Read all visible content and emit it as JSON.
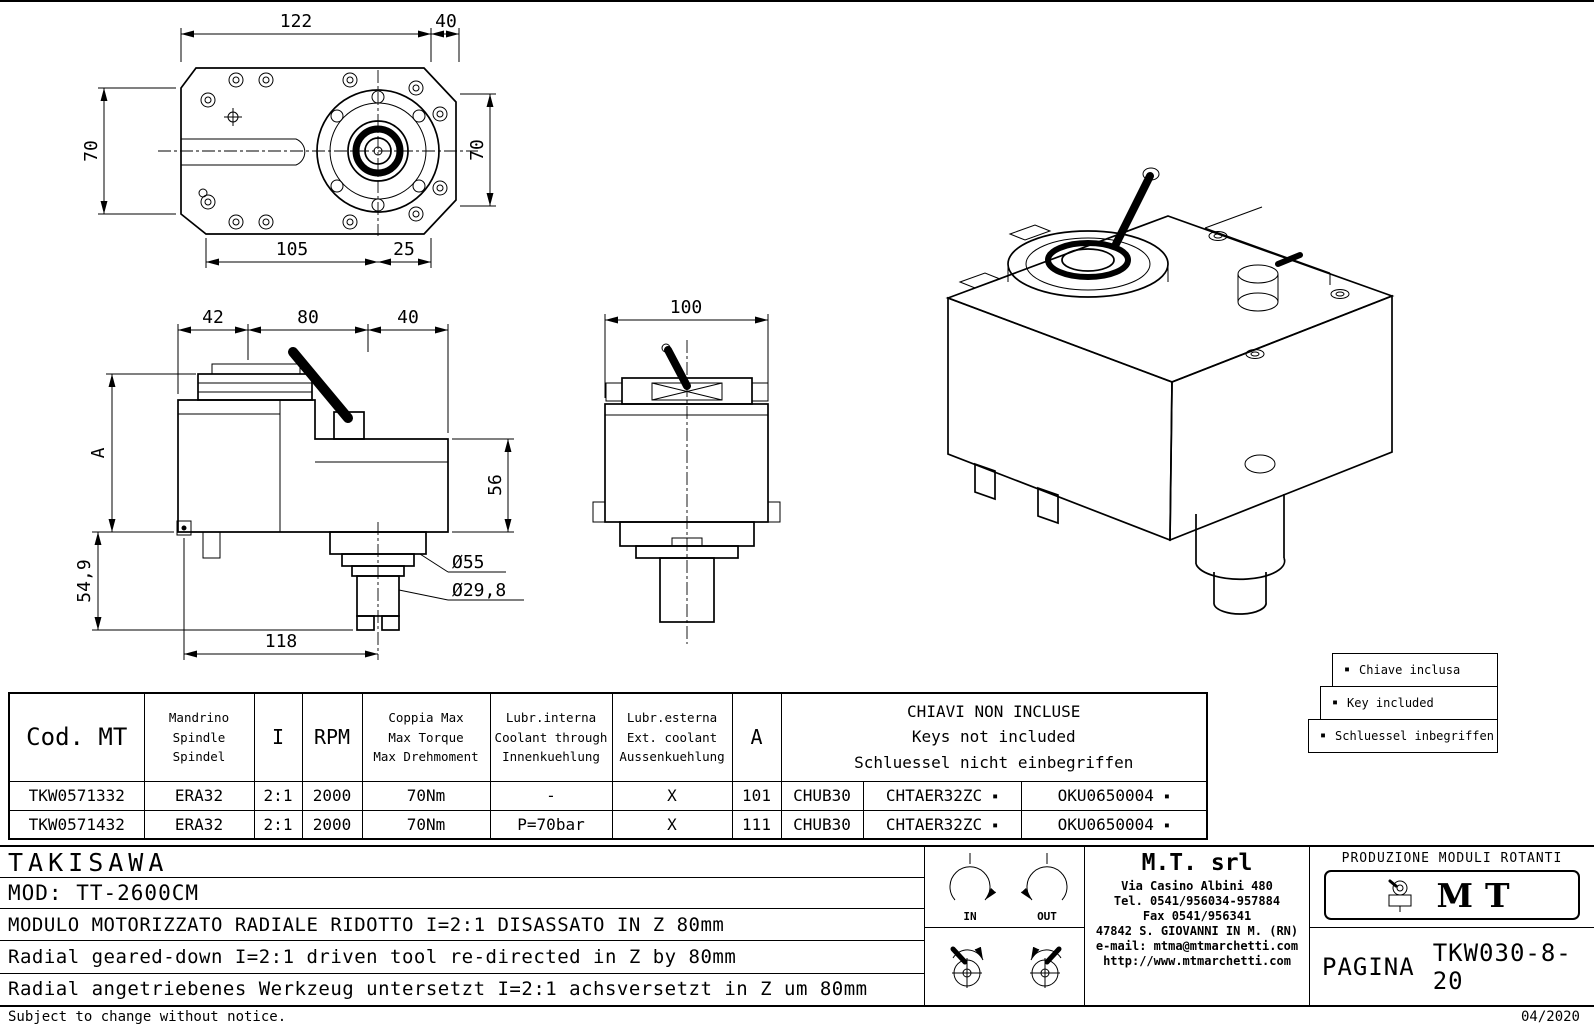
{
  "bullet": "▪",
  "drawing": {
    "top_view": {
      "d122": "122",
      "d40": "40",
      "d70_left": "70",
      "d70_right": "70",
      "d105": "105",
      "d25": "25"
    },
    "side_view": {
      "d42": "42",
      "d80": "80",
      "d40": "40",
      "dA": "A",
      "d54_9": "54,9",
      "d118": "118",
      "d56": "56",
      "dia55": "Ø55",
      "dia29_8": "Ø29,8"
    },
    "front_view": {
      "d100": "100"
    }
  },
  "legend": {
    "items": [
      "Chiave inclusa",
      "Key included",
      "Schluessel inbegriffen"
    ]
  },
  "table": {
    "headers": {
      "cod": "Cod. MT",
      "mandrino": [
        "Mandrino",
        "Spindle",
        "Spindel"
      ],
      "ratio": "I",
      "rpm": "RPM",
      "torque": [
        "Coppia Max",
        "Max Torque",
        "Max Drehmoment"
      ],
      "lubr_int": [
        "Lubr.interna",
        "Coolant through",
        "Innenkuehlung"
      ],
      "lubr_est": [
        "Lubr.esterna",
        "Ext. coolant",
        "Aussenkuehlung"
      ],
      "a": "A",
      "keys": [
        "CHIAVI NON INCLUSE",
        "Keys not included",
        "Schluessel nicht einbegriffen"
      ]
    },
    "rows": [
      {
        "cod": "TKW0571332",
        "mandrino": "ERA32",
        "ratio": "2:1",
        "rpm": "2000",
        "torque": "70Nm",
        "lubr_int": "-",
        "lubr_est": "X",
        "a": "101",
        "key1": "CHUB30",
        "key2": "CHTAER32ZC",
        "key3": "OKU0650004"
      },
      {
        "cod": "TKW0571432",
        "mandrino": "ERA32",
        "ratio": "2:1",
        "rpm": "2000",
        "torque": "70Nm",
        "lubr_int": "P=70bar",
        "lubr_est": "X",
        "a": "111",
        "key1": "CHUB30",
        "key2": "CHTAER32ZC",
        "key3": "OKU0650004"
      }
    ]
  },
  "title_block": {
    "customer": "TAKISAWA",
    "model": "MOD: TT-2600CM",
    "description_it": "MODULO MOTORIZZATO RADIALE RIDOTTO I=2:1 DISASSATO IN Z 80mm",
    "description_en": "Radial geared-down I=2:1 driven tool re-directed in Z by 80mm",
    "description_de": "Radial angetriebenes Werkzeug untersetzt I=2:1 achsversetzt in Z um 80mm",
    "in_label": "IN",
    "out_label": "OUT",
    "company": {
      "name": "M.T. srl",
      "address": "Via Casino Albini 480",
      "tel": "Tel. 0541/956034-957884",
      "fax": "Fax 0541/956341",
      "city": "47842 S. GIOVANNI IN M. (RN)",
      "email": "e-mail: mtma@mtmarchetti.com",
      "website": "http://www.mtmarchetti.com"
    },
    "production_title": "PRODUZIONE MODULI ROTANTI",
    "logo_text": "MT",
    "page_label": "PAGINA",
    "page_number": "TKW030-8-20",
    "note": "Subject to change without notice.",
    "date": "04/2020"
  }
}
